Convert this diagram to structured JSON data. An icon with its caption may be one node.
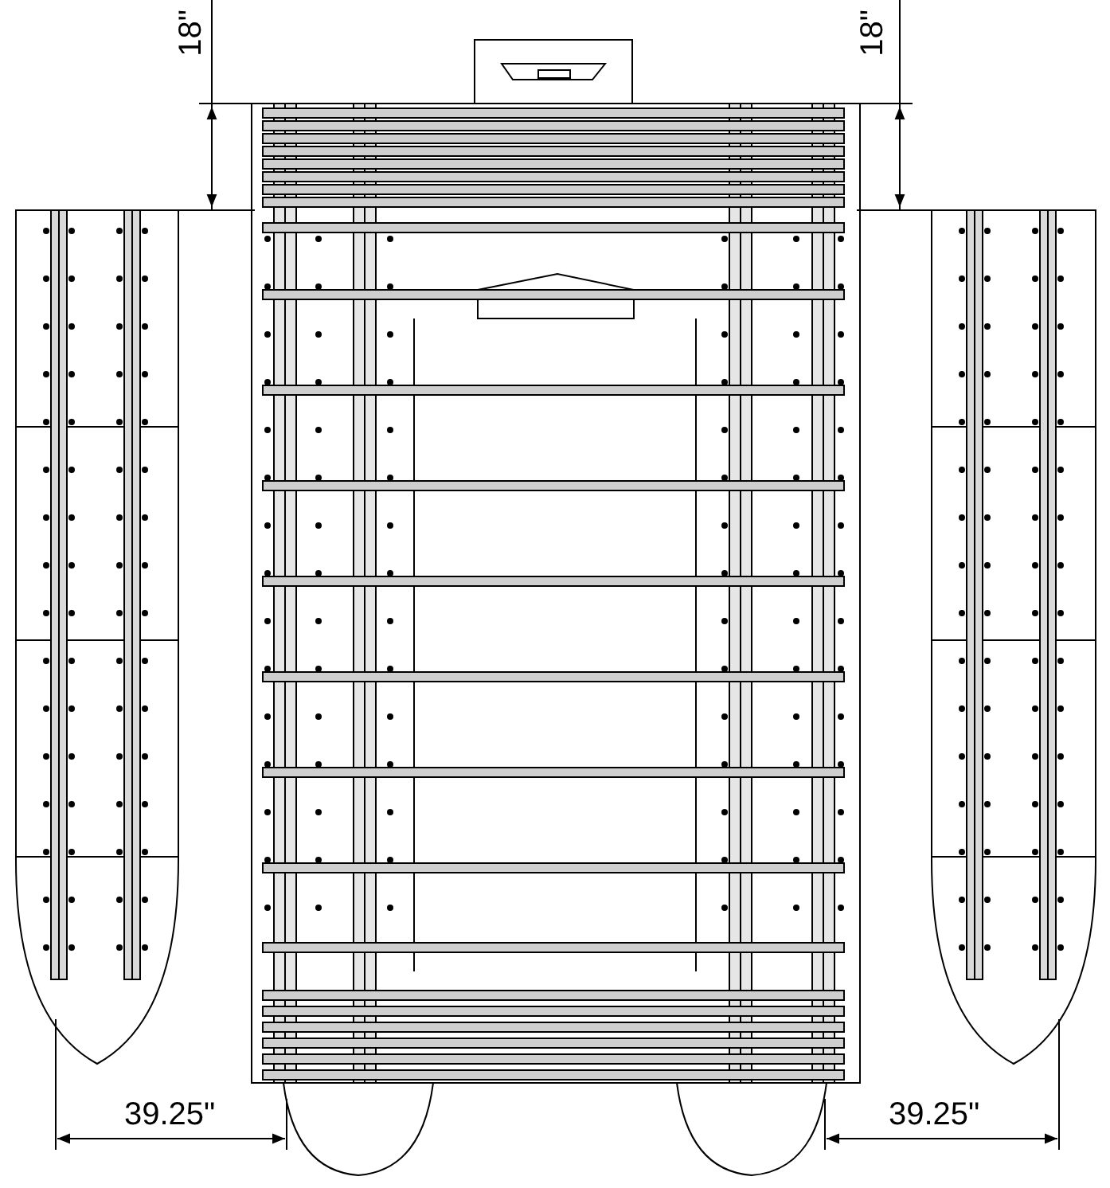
{
  "diagram": {
    "labels": [
      "18\"",
      "18\"",
      "39.25\"",
      "39.25\""
    ]
  }
}
